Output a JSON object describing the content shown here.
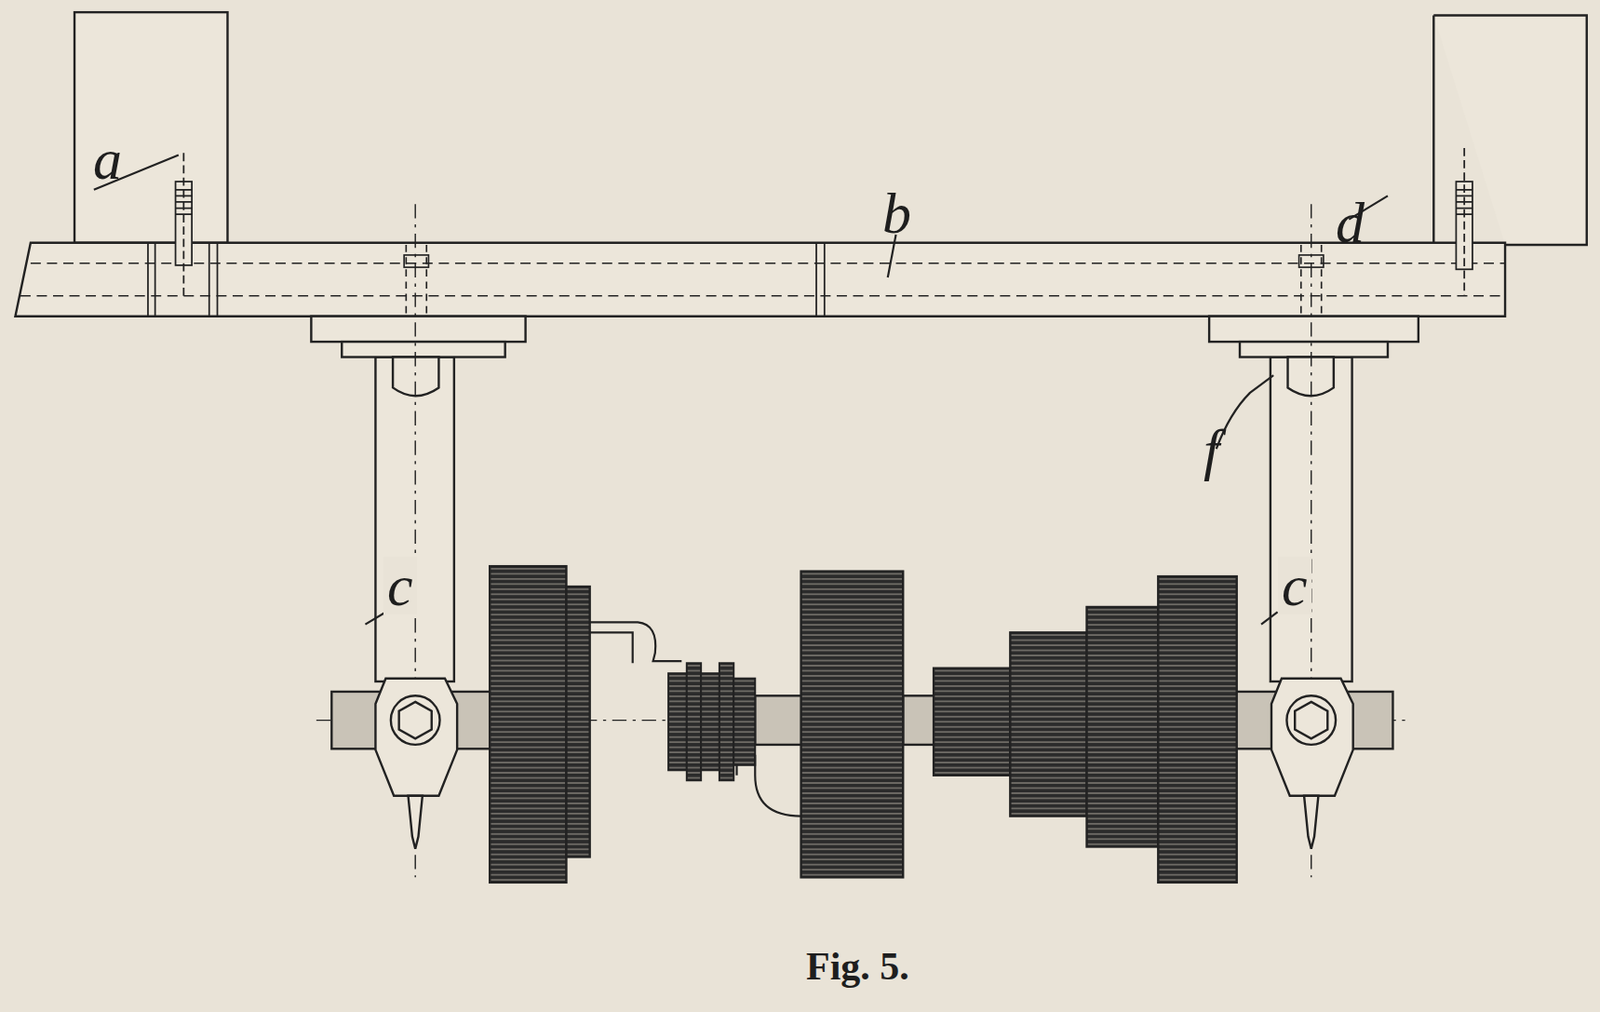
{
  "diagram": {
    "caption": "Fig. 5.",
    "labels": [
      "a",
      "b",
      "d",
      "f",
      "c",
      "c"
    ]
  }
}
